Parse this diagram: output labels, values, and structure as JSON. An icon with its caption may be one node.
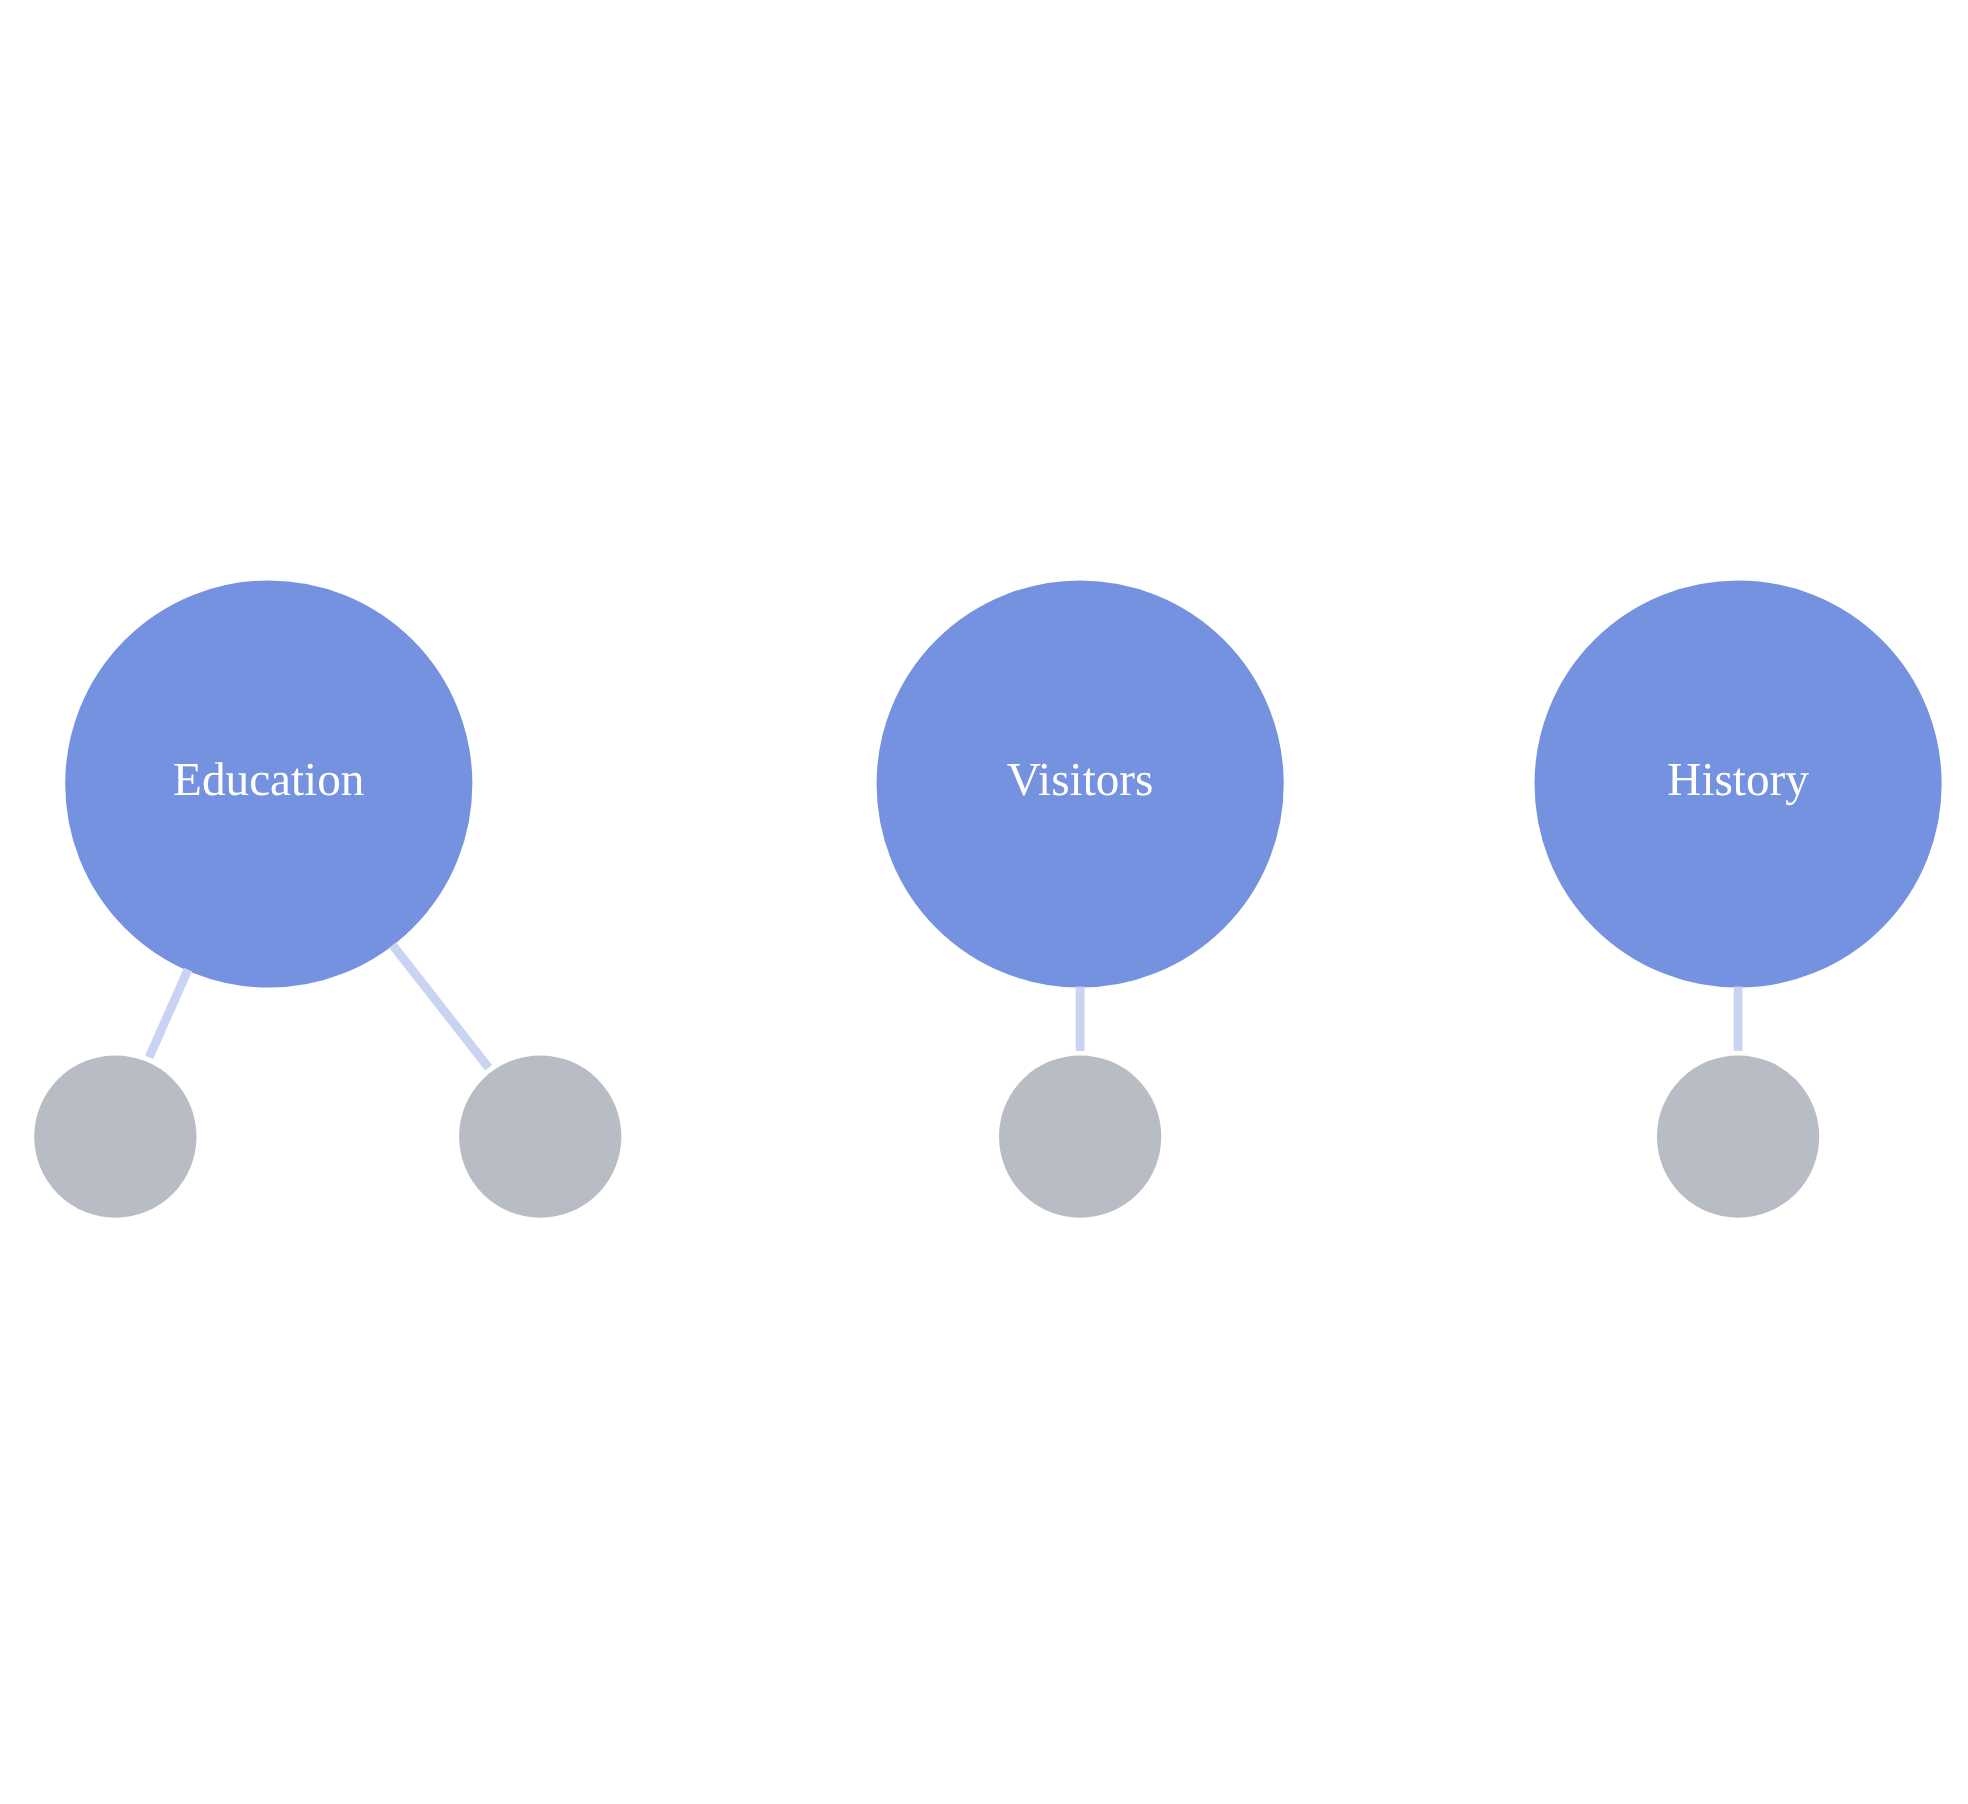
{
  "diagram": {
    "nodes": [
      {
        "text": [
          "Education"
        ]
      },
      {
        "text": [],
        "shape": "circle"
      },
      {
        "text": [],
        "shape": "circle"
      },
      {
        "text": [
          "Visitors"
        ]
      },
      {
        "text": [],
        "shape": "circle"
      },
      {
        "text": [
          "History"
        ]
      },
      {
        "text": [],
        "shape": "circle"
      }
    ],
    "edges": [
      {
        "from": 0,
        "to": 1,
        "arrow": "none"
      },
      {
        "from": 0,
        "to": 2,
        "arrow": "none"
      },
      {
        "from": 3,
        "to": 4,
        "arrow": "none"
      },
      {
        "from": 5,
        "to": 6,
        "arrow": "none"
      }
    ]
  }
}
